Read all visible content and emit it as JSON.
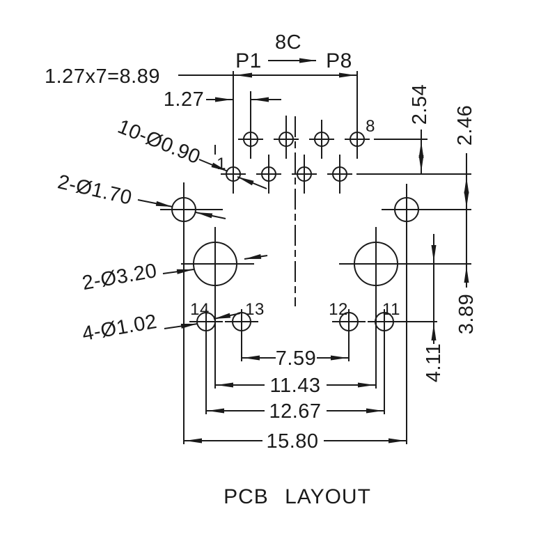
{
  "drawing": {
    "title": "PCB LAYOUT",
    "header": {
      "circuit": "8C",
      "pin_first": "P1",
      "pin_last": "P8"
    },
    "pin_numbers": {
      "first": "1",
      "last": "8"
    },
    "pad_numbers": [
      "14",
      "13",
      "12",
      "11"
    ],
    "callouts": {
      "pin_holes": "10-Ø0.90",
      "shield_holes": "2-Ø1.70",
      "post_holes": "2-Ø3.20",
      "pad_holes": "4-Ø1.02"
    },
    "dims": {
      "pin_span": "1.27x7=8.89",
      "pin_pitch": "1.27",
      "row_spacing": "2.54",
      "row_to_shield": "2.46",
      "shield_to_post": "3.89",
      "post_to_pad": "4.11",
      "inner_pad_span": "7.59",
      "post_span": "11.43",
      "outer_pad_span": "12.67",
      "shield_span": "15.80"
    }
  },
  "colors": {
    "ink": "#1a1a1a",
    "background": "#ffffff"
  }
}
